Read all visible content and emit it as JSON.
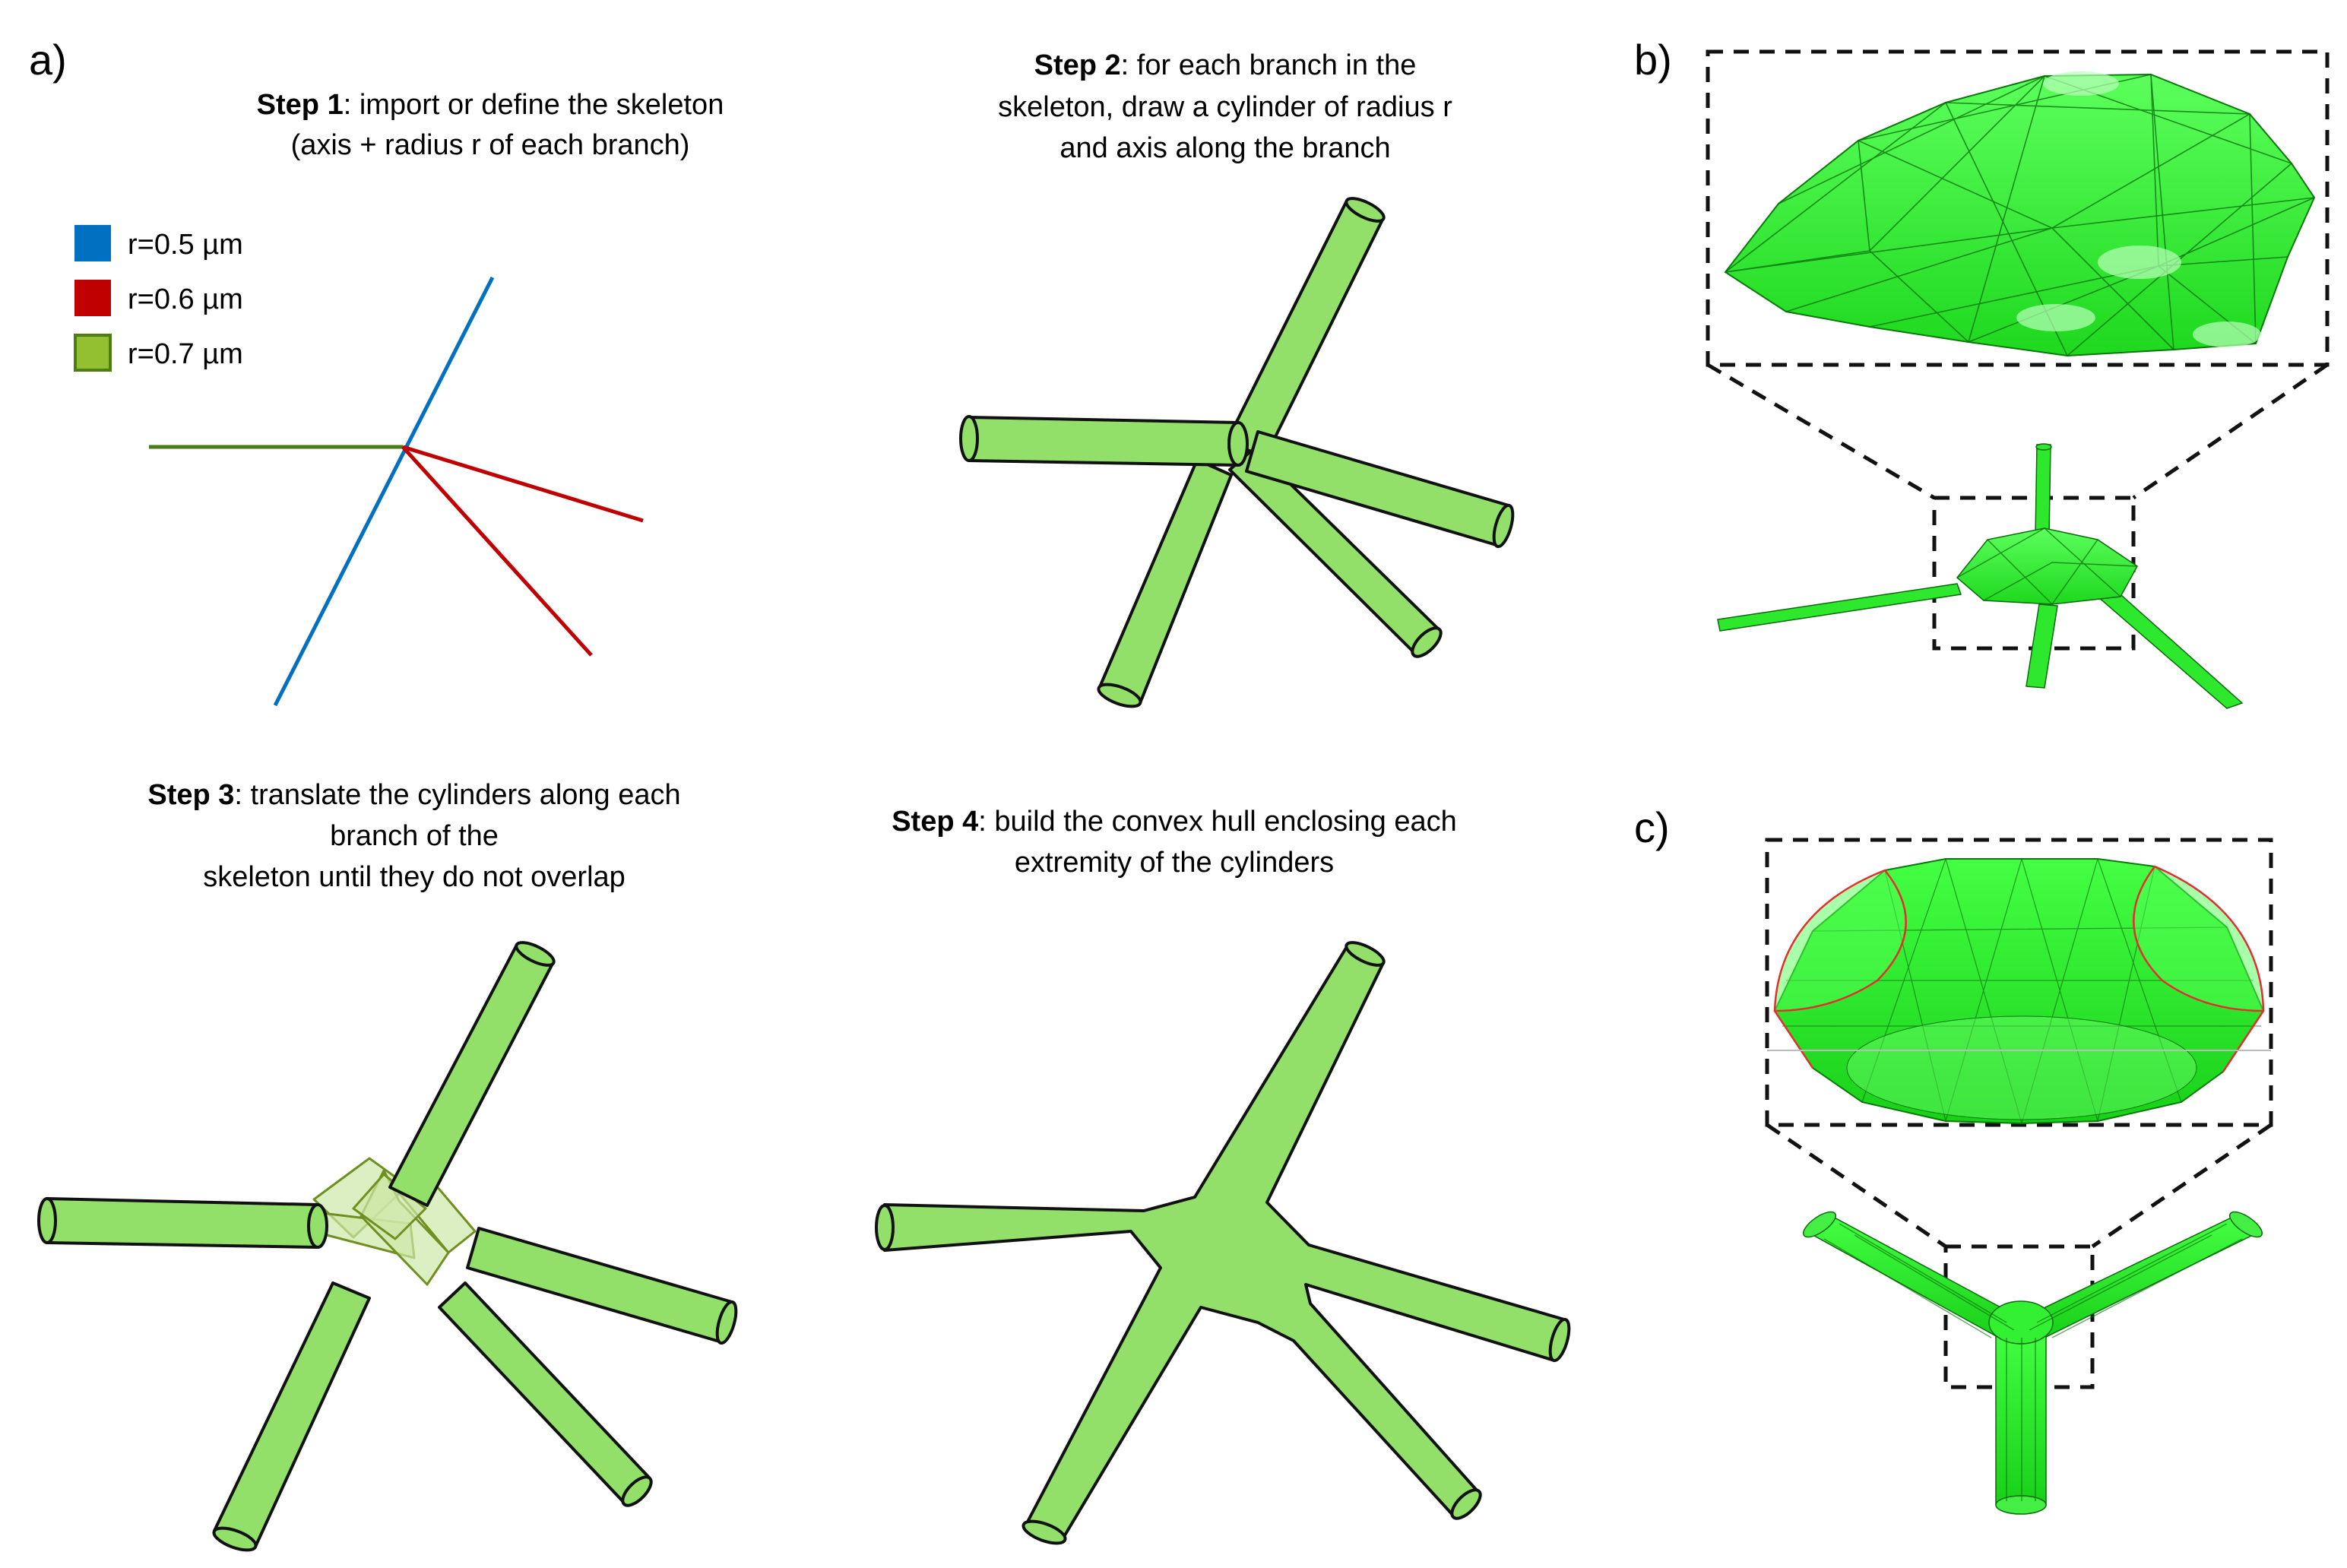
{
  "panels": {
    "a": "a)",
    "b": "b)",
    "c": "c)"
  },
  "steps": {
    "step1": {
      "label": "Step 1",
      "line1": ": import or define the skeleton",
      "line2": "(axis + radius r of each branch)"
    },
    "step2": {
      "label": "Step 2",
      "line1": ": for each branch in the",
      "line2": "skeleton, draw a cylinder of radius r",
      "line3": "and axis along  the branch"
    },
    "step3": {
      "label": "Step 3",
      "line1": ": translate the cylinders along each",
      "line2": "branch of the",
      "line3": "skeleton until they do not overlap"
    },
    "step4": {
      "label": "Step 4",
      "line1": ": build the convex hull enclosing each",
      "line2": "extremity of the cylinders"
    }
  },
  "legend": [
    {
      "label": "r=0.5 µm",
      "color": "#0070c0"
    },
    {
      "label": "r=0.6 µm",
      "color": "#c00000"
    },
    {
      "label": "r=0.7 µm",
      "color": "#92c030"
    }
  ],
  "colors": {
    "cylinder_fill": "#92e06a",
    "cylinder_stroke": "#111111",
    "mesh_green": "#22ee22",
    "mesh_edge": "#0a7a0a",
    "hull_outline_red": "#e03030"
  }
}
